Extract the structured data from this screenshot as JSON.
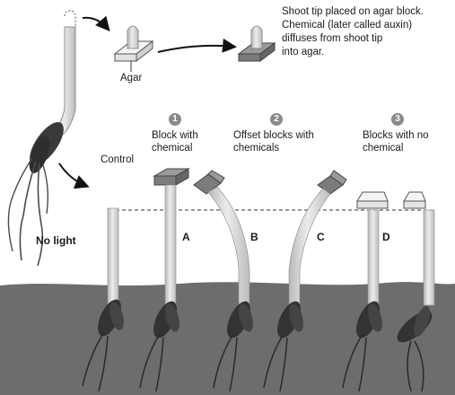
{
  "labels": {
    "caption_line1": "Shoot tip placed on agar block.",
    "caption_line2": "Chemical (later called auxin)",
    "caption_line3": "diffuses from shoot tip",
    "caption_line4": "into agar.",
    "agar": "Agar",
    "control": "Control",
    "no_light": "No light",
    "step1_line1": "Block with",
    "step1_line2": "chemical",
    "step2_line1": "Offset blocks with",
    "step2_line2": "chemicals",
    "step3_line1": "Blocks with no",
    "step3_line2": "chemical"
  },
  "badges": {
    "b1": "1",
    "b2": "2",
    "b3": "3"
  },
  "seedlings": {
    "a": "A",
    "b": "B",
    "c": "C",
    "d": "D"
  },
  "colors": {
    "soil": "#6d6d6d",
    "stem": "#d6d6d6",
    "seed": "#3a3a3a",
    "block_chemical": "#7c7c7c",
    "block_plain": "#f4f4f4",
    "badge": "#8a8a8a"
  }
}
